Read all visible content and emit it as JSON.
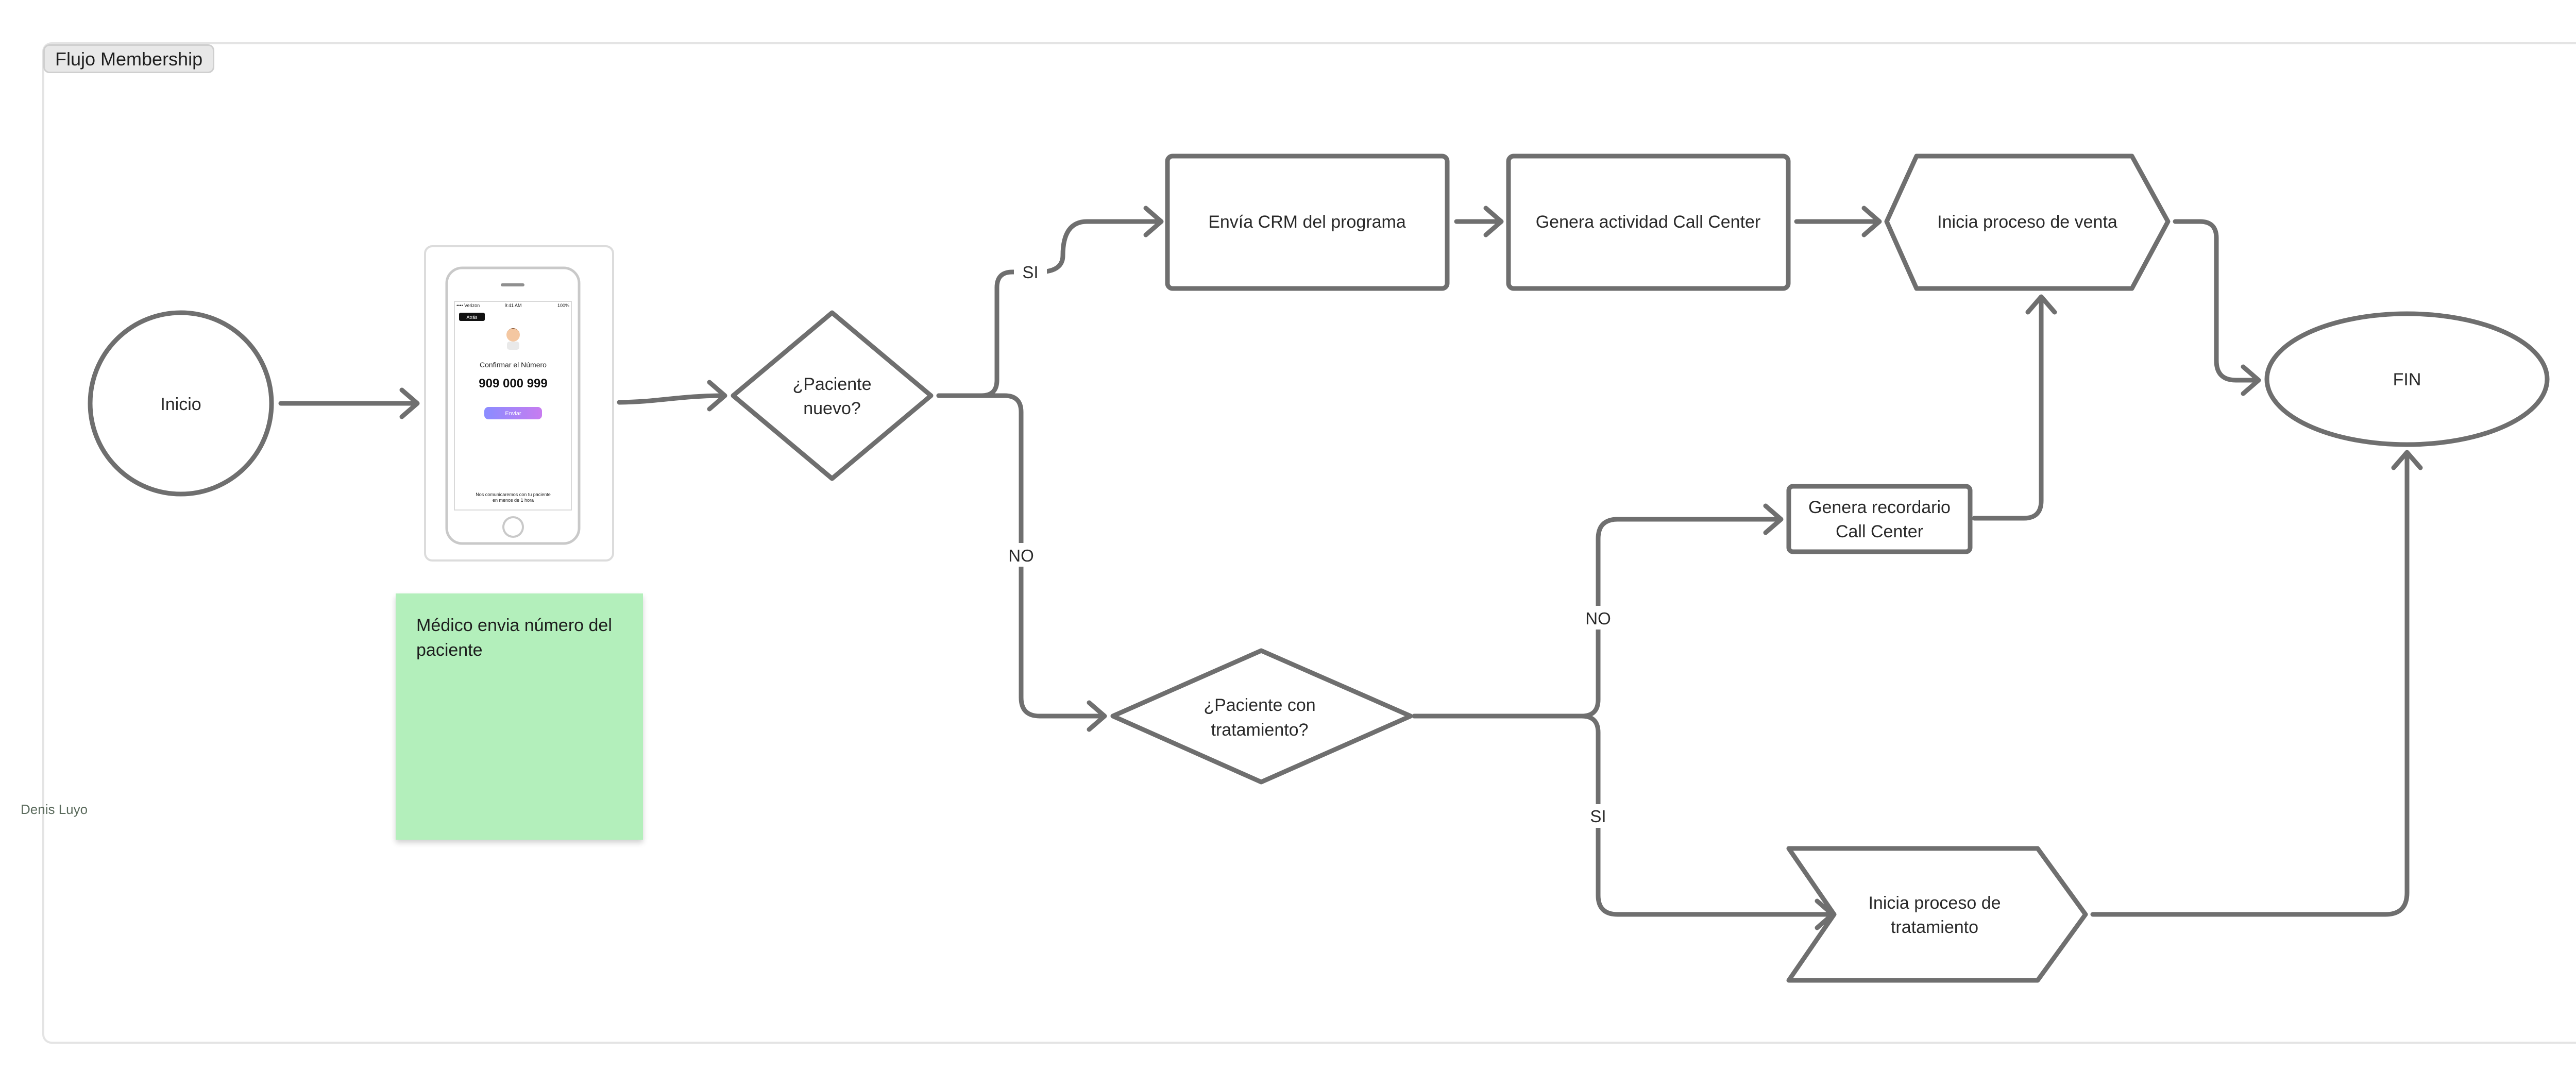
{
  "board": {
    "frame_title": "Flujo Membership"
  },
  "nodes": {
    "inicio": "Inicio",
    "paciente_nuevo_line1": "¿Paciente",
    "paciente_nuevo_line2": "nuevo?",
    "envia_crm": "Envía  CRM del programa",
    "genera_actividad": "Genera actividad Call Center",
    "inicia_venta": "Inicia proceso de venta",
    "fin": "FIN",
    "paciente_tratamiento_line1": "¿Paciente con",
    "paciente_tratamiento_line2": "tratamiento?",
    "genera_recordatorio_line1": "Genera recordario",
    "genera_recordatorio_line2": "Call Center",
    "inicia_tratamiento_line1": "Inicia proceso de",
    "inicia_tratamiento_line2": "tratamiento"
  },
  "edges": {
    "nuevo_si": "SI",
    "nuevo_no": "NO",
    "tratamiento_no": "NO",
    "tratamiento_si": "SI"
  },
  "phone": {
    "carrier": "•••• Verizon",
    "time": "9:41 AM",
    "battery": "100%",
    "back_button": "Atrás",
    "confirm_title": "Confirmar el Número",
    "number": "909 000 999",
    "send_button": "Enviar",
    "footer_line1": "Nos comunicaremos con tu paciente",
    "footer_line2": "en menos de 1 hora",
    "colors": {
      "button_start": "#8a8cff",
      "button_end": "#c77cf0"
    }
  },
  "sticky_note": {
    "text": "Médico envia número del paciente",
    "author": "Denis Luyo",
    "color": "#b3efbb"
  },
  "style": {
    "stroke": "#6f6f6f",
    "frame_border": "#e4e4e4"
  }
}
